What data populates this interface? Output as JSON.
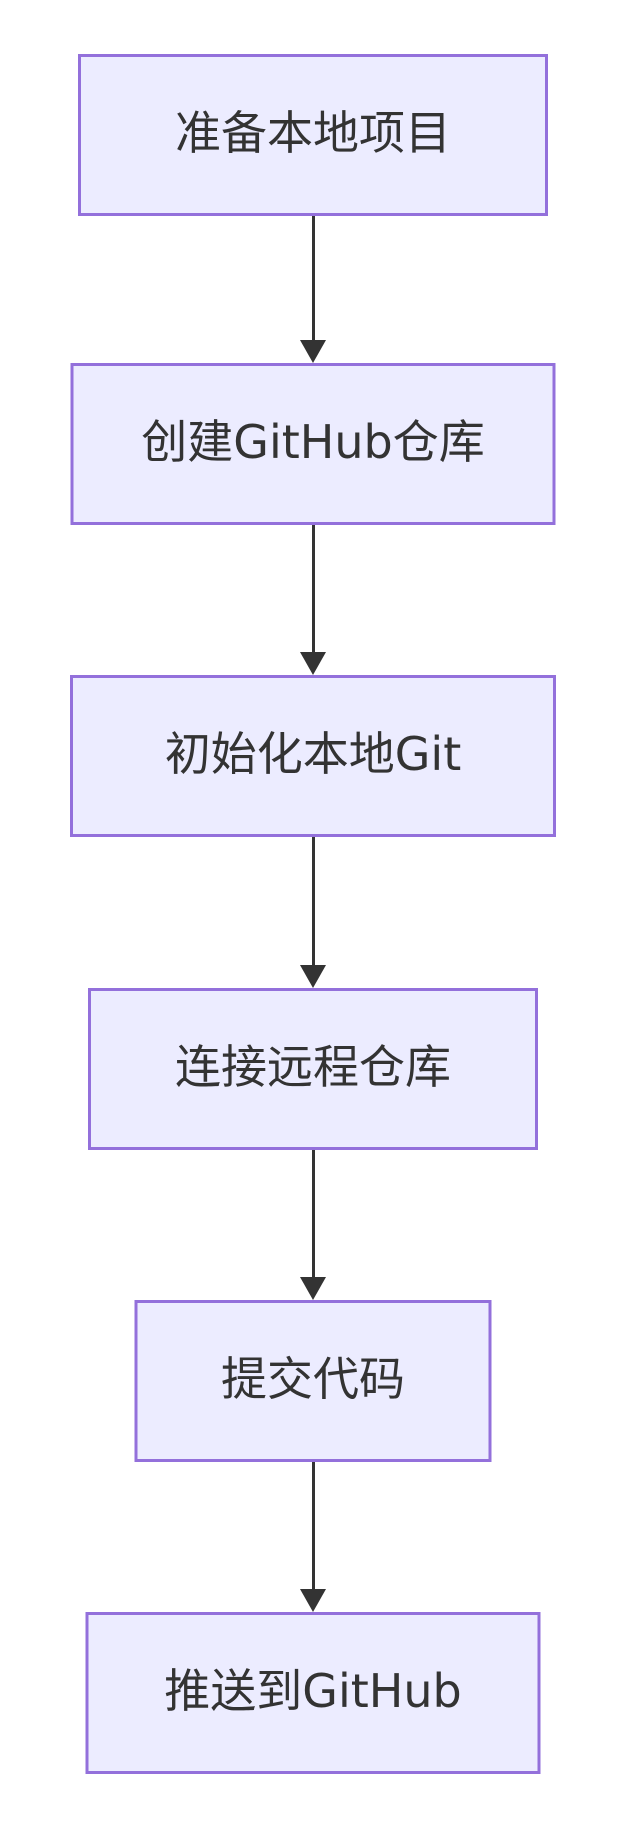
{
  "flowchart": {
    "type": "flowchart-top-down",
    "nodes": [
      {
        "id": "A",
        "label": "准备本地项目"
      },
      {
        "id": "B",
        "label": "创建GitHub仓库"
      },
      {
        "id": "C",
        "label": "初始化本地Git"
      },
      {
        "id": "D",
        "label": "连接远程仓库"
      },
      {
        "id": "E",
        "label": "提交代码"
      },
      {
        "id": "F",
        "label": "推送到GitHub"
      }
    ],
    "edges": [
      {
        "from": "准备本地项目",
        "to": "创建GitHub仓库"
      },
      {
        "from": "创建GitHub仓库",
        "to": "初始化本地Git"
      },
      {
        "from": "初始化本地Git",
        "to": "连接远程仓库"
      },
      {
        "from": "连接远程仓库",
        "to": "提交代码"
      },
      {
        "from": "提交代码",
        "to": "推送到GitHub"
      }
    ],
    "colors": {
      "node_fill": "#ECECFF",
      "node_border": "#9370DB",
      "node_text": "#333333",
      "arrow": "#333333",
      "background": "#FFFFFF"
    }
  }
}
